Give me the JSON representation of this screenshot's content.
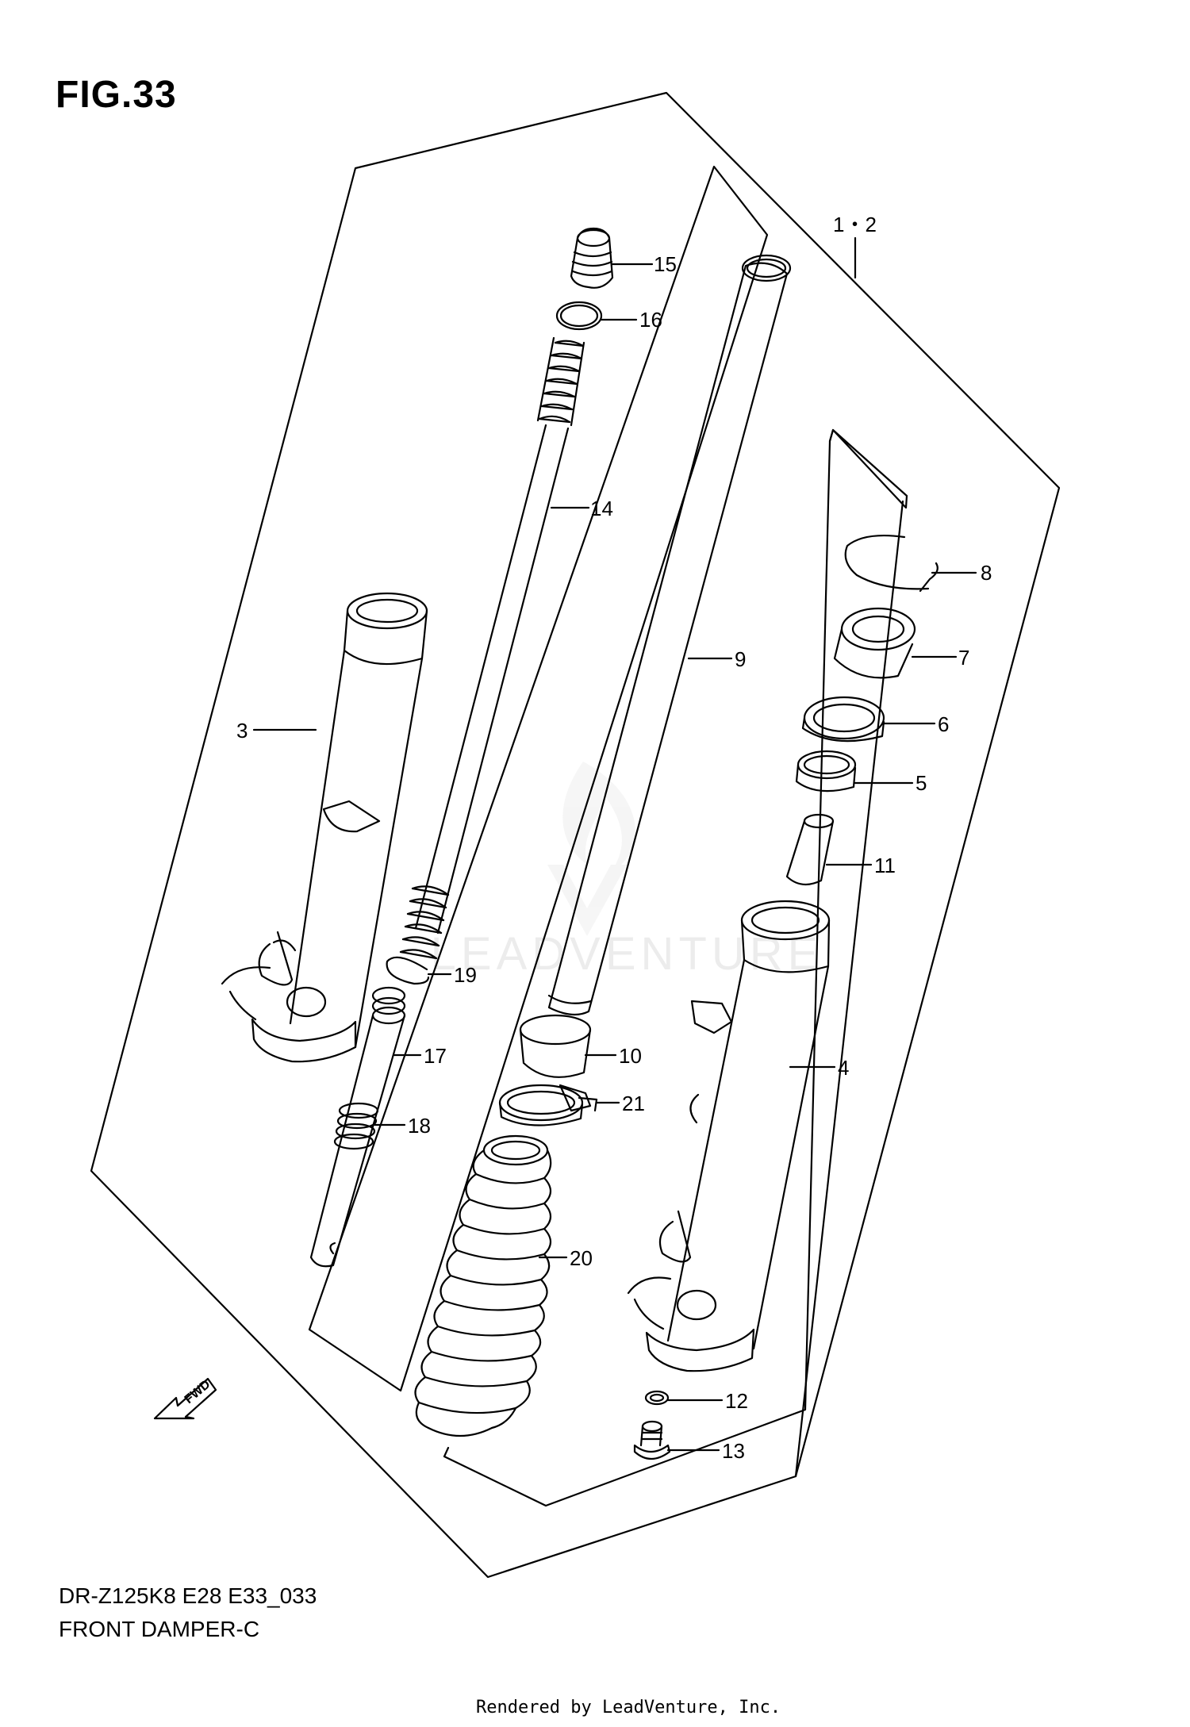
{
  "figure": {
    "title": "FIG.33",
    "model_code": "DR-Z125K8 E28 E33_033",
    "caption": "FRONT DAMPER-C",
    "credit": "Rendered by LeadVenture, Inc.",
    "fwd_label": "FWD",
    "watermark": "LEADVENTURE"
  },
  "callouts": [
    {
      "id": "c-1-2",
      "label": "1・2"
    },
    {
      "id": "c-15",
      "label": "15"
    },
    {
      "id": "c-16",
      "label": "16"
    },
    {
      "id": "c-14",
      "label": "14"
    },
    {
      "id": "c-9",
      "label": "9"
    },
    {
      "id": "c-8",
      "label": "8"
    },
    {
      "id": "c-7",
      "label": "7"
    },
    {
      "id": "c-6",
      "label": "6"
    },
    {
      "id": "c-5",
      "label": "5"
    },
    {
      "id": "c-3",
      "label": "3"
    },
    {
      "id": "c-11",
      "label": "11"
    },
    {
      "id": "c-19",
      "label": "19"
    },
    {
      "id": "c-10",
      "label": "10"
    },
    {
      "id": "c-21",
      "label": "21"
    },
    {
      "id": "c-4",
      "label": "4"
    },
    {
      "id": "c-17",
      "label": "17"
    },
    {
      "id": "c-18",
      "label": "18"
    },
    {
      "id": "c-20",
      "label": "20"
    },
    {
      "id": "c-12",
      "label": "12"
    },
    {
      "id": "c-13",
      "label": "13"
    }
  ]
}
